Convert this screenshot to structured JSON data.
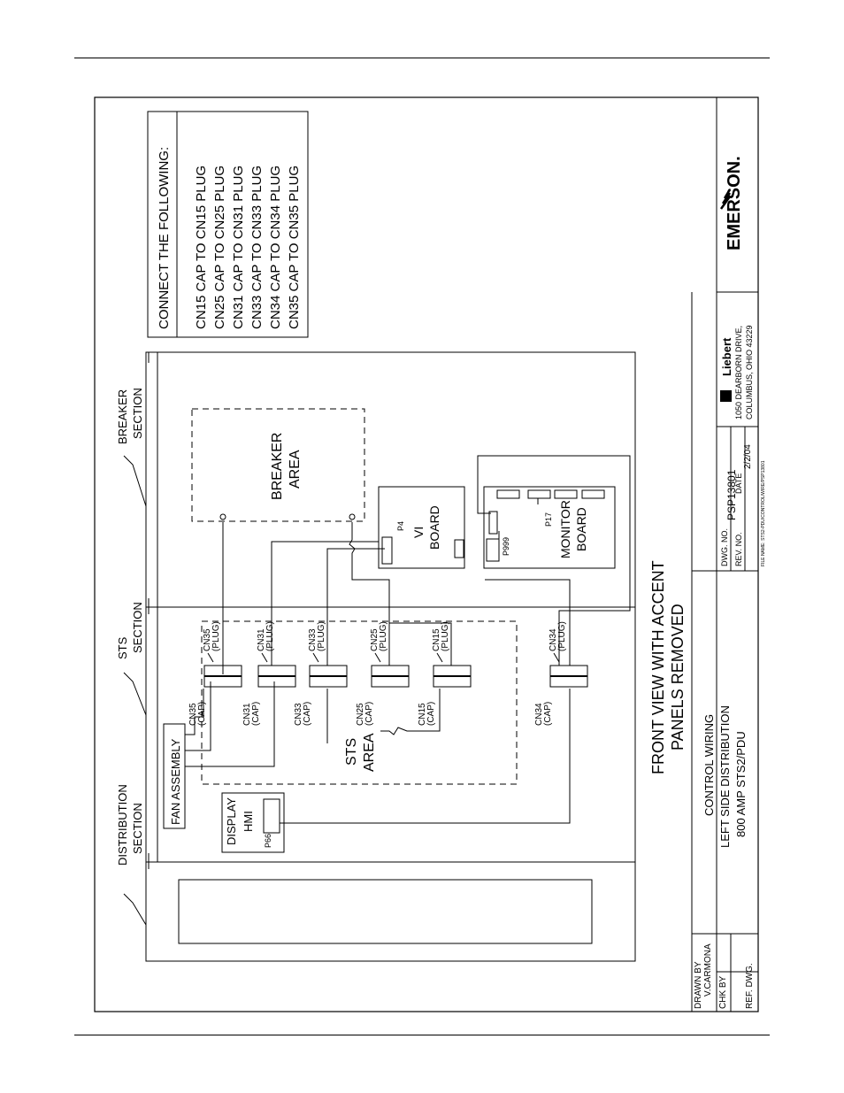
{
  "note": {
    "title": "CONNECT THE FOLLOWING:",
    "items": [
      "CN15 CAP TO CN15 PLUG",
      "CN25 CAP TO CN25 PLUG",
      "CN31 CAP TO CN31 PLUG",
      "CN33 CAP TO CN33 PLUG",
      "CN34 CAP TO CN34 PLUG",
      "CN35 CAP TO CN35 PLUG"
    ]
  },
  "sections": {
    "breaker": [
      "BREAKER",
      "SECTION"
    ],
    "sts": [
      "STS",
      "SECTION"
    ],
    "distribution": [
      "DISTRIBUTION",
      "SECTION"
    ]
  },
  "areas": {
    "breaker": [
      "BREAKER",
      "AREA"
    ],
    "sts": [
      "STS",
      "AREA"
    ]
  },
  "components": {
    "vi_board": [
      "VI",
      "BOARD"
    ],
    "monitor_board": [
      "MONITOR",
      "BOARD"
    ],
    "fan_assembly": "FAN ASSEMBLY",
    "display_hmi": [
      "DISPLAY",
      "HMI"
    ]
  },
  "pins": {
    "p4": "P4",
    "p999": "P999",
    "p17": "P17",
    "p66": "P66"
  },
  "connectors": [
    {
      "name": "CN35",
      "plug": [
        "CN35",
        "(PLUG)"
      ],
      "cap": [
        "CN35",
        "(CAP)"
      ]
    },
    {
      "name": "CN31",
      "plug": [
        "CN31",
        "(PLUG)"
      ],
      "cap": [
        "CN31",
        "(CAP)"
      ]
    },
    {
      "name": "CN33",
      "plug": [
        "CN33",
        "(PLUG)"
      ],
      "cap": [
        "CN33",
        "(CAP)"
      ]
    },
    {
      "name": "CN25",
      "plug": [
        "CN25",
        "(PLUG)"
      ],
      "cap": [
        "CN25",
        "(CAP)"
      ]
    },
    {
      "name": "CN15",
      "plug": [
        "CN15",
        "(PLUG)"
      ],
      "cap": [
        "CN15",
        "(CAP)"
      ]
    },
    {
      "name": "CN34",
      "plug": [
        "CN34",
        "(PLUG)"
      ],
      "cap": [
        "CN34",
        "(CAP)"
      ]
    }
  ],
  "view_title": [
    "FRONT VIEW WITH ACCENT",
    "PANELS REMOVED"
  ],
  "title_block": {
    "title": [
      "CONTROL WIRING",
      "LEFT SIDE DISTRIBUTION",
      "800 AMP STS2/PDU"
    ],
    "drawn_by_label": "DRAWN BY",
    "drawn_by": "V.CARMONA",
    "chk_by_label": "CHK BY",
    "ref_dwg_label": "REF. DWG.",
    "dwg_no_label": "DWG. NO.",
    "dwg_no": "PSP13801",
    "rev_no_label": "REV. NO.",
    "date_label": "DATE",
    "date": "2/2/04",
    "file_name": "FILE NAME: STS2-PDU/CONTROL/WIRE/PSP13801",
    "liebert_logo": "Liebert",
    "address": [
      "1050 DEARBORN DRIVE,",
      "COLUMBUS, OHIO 43229"
    ],
    "emerson_logo": "EMERSON."
  }
}
